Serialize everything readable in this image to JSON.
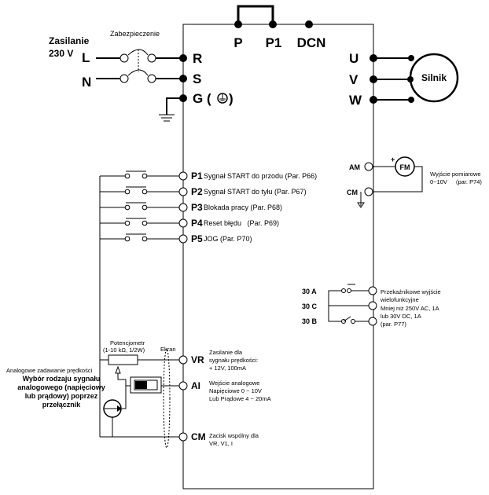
{
  "power": {
    "supply_label": "Zasilanie",
    "voltage_label": "230 V",
    "fuse_label": "Zabezpieczenie",
    "line_L": "L",
    "line_N": "N",
    "term_R": "R",
    "term_S": "S",
    "term_G": "G (",
    "term_G_close": ")"
  },
  "dc_bus": {
    "term_P": "P",
    "term_P1": "P1",
    "term_DCN": "DCN"
  },
  "motor": {
    "term_U": "U",
    "term_V": "V",
    "term_W": "W",
    "label": "Silnik"
  },
  "digital_inputs": [
    {
      "term": "P1",
      "desc": "Sygnał START do przodu (Par. P66)"
    },
    {
      "term": "P2",
      "desc": "Sygnał START do tyłu (Par. P67)"
    },
    {
      "term": "P3",
      "desc": "Blokada pracy (Par. P68)"
    },
    {
      "term": "P4",
      "desc": "Reset błędu   (Par. P69)"
    },
    {
      "term": "P5",
      "desc": "JOG (Par. P70)"
    }
  ],
  "meter_output": {
    "term_AM": "AM",
    "term_CM": "CM",
    "meter": "FM",
    "plus": "+",
    "desc_1": "Wyjście pomiarowe",
    "desc_2": "0~10V",
    "desc_3": "(par. P74)"
  },
  "relay_output": {
    "term_30A": "30 A",
    "term_30C": "30 C",
    "term_30B": "30 B",
    "desc_1": "Przekaźnikowe wyjście",
    "desc_2": "wielofunkcyjne",
    "desc_3": "Mniej niż 250V AC, 1A",
    "desc_4": "lub 30V DC, 1A",
    "desc_5": "(par. P77)"
  },
  "analog": {
    "pot_label_1": "Potencjometr",
    "pot_label_2": "(1-10 kΩ, 1/2W)",
    "shield_label": "Ekran",
    "term_VR": "VR",
    "term_AI": "AI",
    "term_CM": "CM",
    "vr_desc_1": "Zasilanie dla",
    "vr_desc_2": "sygnału prędkości:",
    "vr_desc_3": "+ 12V, 100mA",
    "ai_desc_1": "Wejście analogowe",
    "ai_desc_2": "Napięciowe 0 ~ 10V",
    "ai_desc_3": "Lub Prądowe 4 ~ 20mA",
    "cm_desc_1": "Zacisk wspólny dla",
    "cm_desc_2": "VR, V1, I",
    "setpoint_label": "Analogowe zadawanie prędkości",
    "selector_1": "Wybór rodzaju sygnału",
    "selector_2": "analogowego (napięciowy",
    "selector_3": "lub prądowy) poprzez",
    "selector_4": "przełącznik"
  }
}
